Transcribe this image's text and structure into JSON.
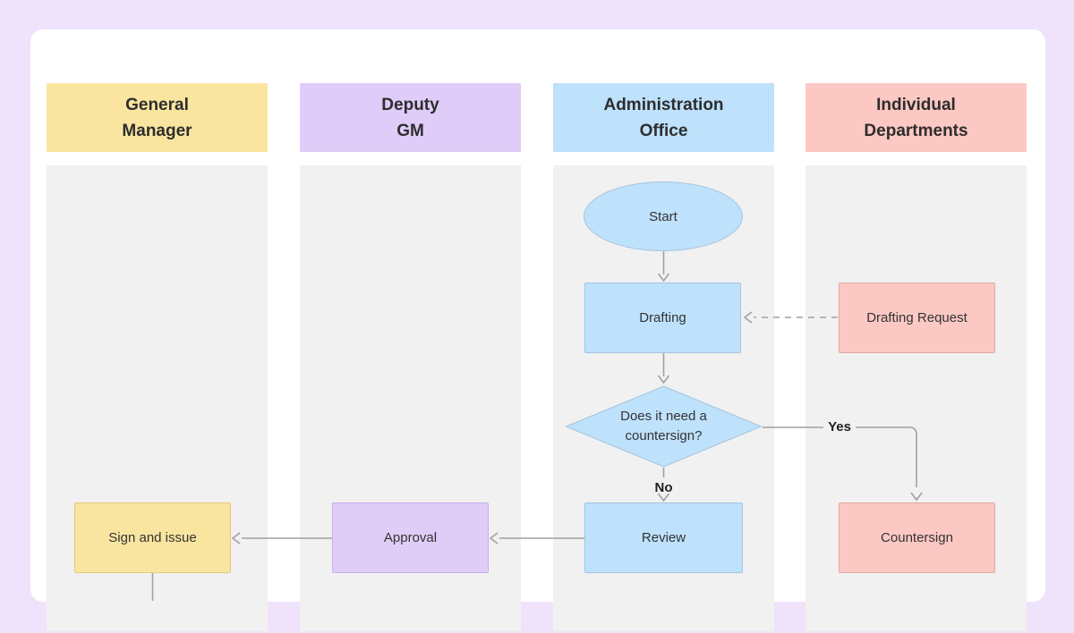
{
  "lanes": [
    {
      "label": "General\nManager",
      "color": "#FAE5A0"
    },
    {
      "label": "Deputy\nGM",
      "color": "#E0CCF8"
    },
    {
      "label": "Administration\nOffice",
      "color": "#BEE1FC"
    },
    {
      "label": "Individual\nDepartments",
      "color": "#FCC8C3"
    }
  ],
  "nodes": {
    "start": {
      "label": "Start",
      "shape": "ellipse",
      "color": "blue"
    },
    "drafting": {
      "label": "Drafting",
      "shape": "rect",
      "color": "blue"
    },
    "drafting_request": {
      "label": "Drafting Request",
      "shape": "rect",
      "color": "pink"
    },
    "decision": {
      "label": "Does it need a\ncountersign?",
      "shape": "diamond",
      "color": "blue"
    },
    "review": {
      "label": "Review",
      "shape": "rect",
      "color": "blue"
    },
    "approval": {
      "label": "Approval",
      "shape": "rect",
      "color": "purple"
    },
    "countersign": {
      "label": "Countersign",
      "shape": "rect",
      "color": "pink"
    },
    "sign_and_issue": {
      "label": "Sign and issue",
      "shape": "rect",
      "color": "yellow"
    }
  },
  "edge_labels": {
    "yes": "Yes",
    "no": "No"
  },
  "palette": {
    "page_background": "#EFE3FC",
    "card_background": "#FFFFFF",
    "lane_background": "#F1F1F1",
    "blue_fill": "#BEE1FC",
    "blue_border": "#A6C3DC",
    "pink_fill": "#FCC8C3",
    "pink_border": "#E2A8A2",
    "purple_fill": "#DFCDF7",
    "purple_border": "#C7AFE6",
    "yellow_fill": "#FAE5A0",
    "yellow_border": "#E3CA80",
    "connector": "#A1A1A1",
    "header_text": "#2D2D2D",
    "node_text": "#333333"
  }
}
